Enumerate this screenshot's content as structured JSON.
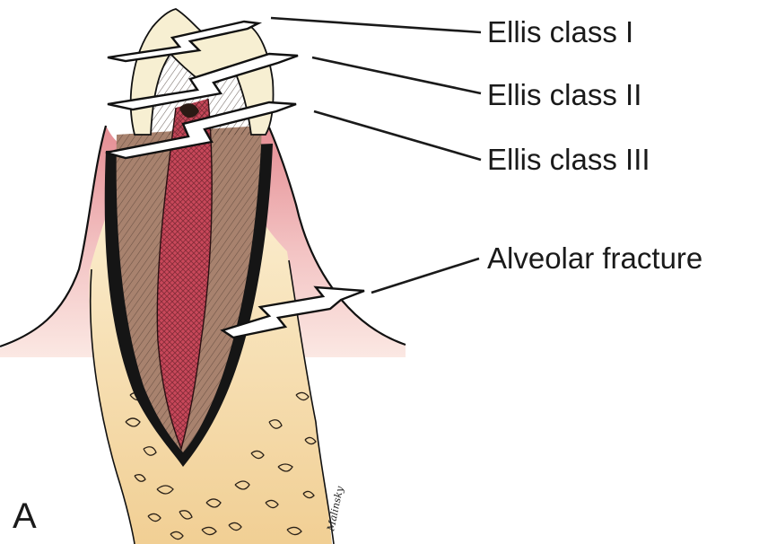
{
  "labels": {
    "ellis_1": "Ellis class I",
    "ellis_2": "Ellis class II",
    "ellis_3": "Ellis class III",
    "alveolar": "Alveolar fracture"
  },
  "panel_letter": "A",
  "signature": "Malinsky",
  "colors": {
    "enamel": "#f7efd2",
    "dentin": "#a8826e",
    "pulp": "#c8485a",
    "gingiva": "#e9a3a6",
    "bone": "#f3d6a1",
    "outline": "#111111",
    "leader": "#1a1a1a"
  }
}
